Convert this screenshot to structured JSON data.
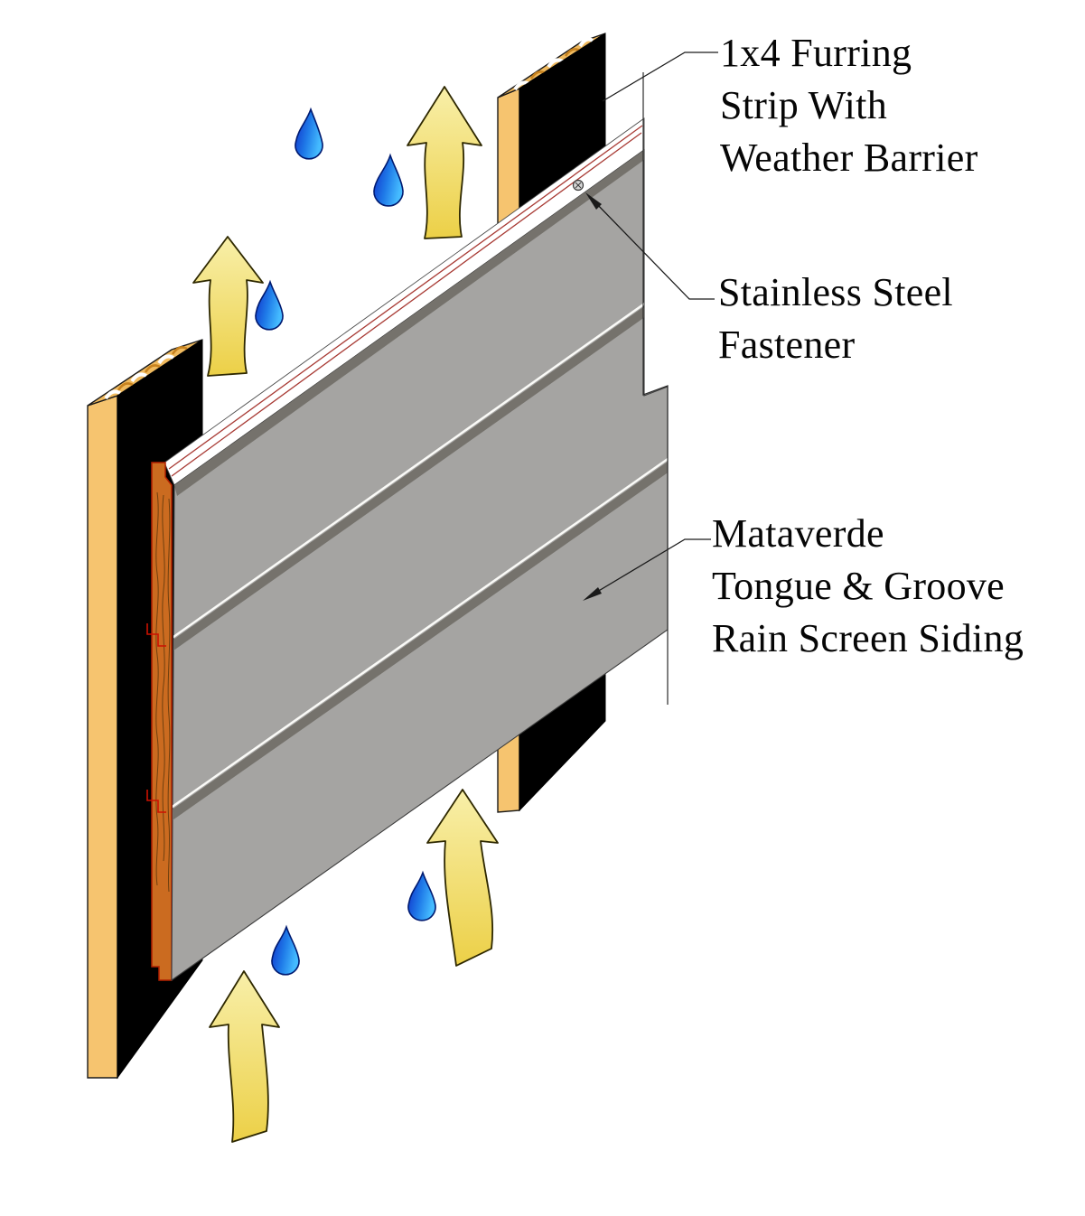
{
  "page": {
    "type": "construction-detail-diagram",
    "background": "#ffffff"
  },
  "labels": {
    "furring_strip": {
      "text": "1x4 Furring\nStrip With\nWeather Barrier"
    },
    "fastener": {
      "text": "Stainless Steel\nFastener"
    },
    "siding": {
      "text": "Mataverde\nTongue & Groove\nRain Screen Siding"
    }
  },
  "icons": [
    {
      "name": "airflow-arrow",
      "meaning": "upward ventilation air flow",
      "count": 4,
      "color": "#eed24e"
    },
    {
      "name": "water-drop",
      "meaning": "moisture / drainage",
      "count": 5,
      "color": "#2f9dff"
    },
    {
      "name": "fastener-screw-head",
      "meaning": "stainless steel fastener",
      "count": 1,
      "color": "#d6d6d6"
    }
  ],
  "colors": {
    "siding_gray": "#a5a4a2",
    "siding_edge_dark": "#75726c",
    "wood_tan": "#f6c46f",
    "wood_end_grain": "#cb6b20",
    "weather_barrier": "#000000",
    "pinstripe_red": "#a83a34",
    "arrow_yellow": "#ecd047",
    "arrow_yellow_light": "#f8efa9",
    "drop_blue_dark": "#0f2cc8",
    "drop_blue_light": "#45bbff",
    "leader_line": "#1a1a1a",
    "text": "#060606"
  }
}
